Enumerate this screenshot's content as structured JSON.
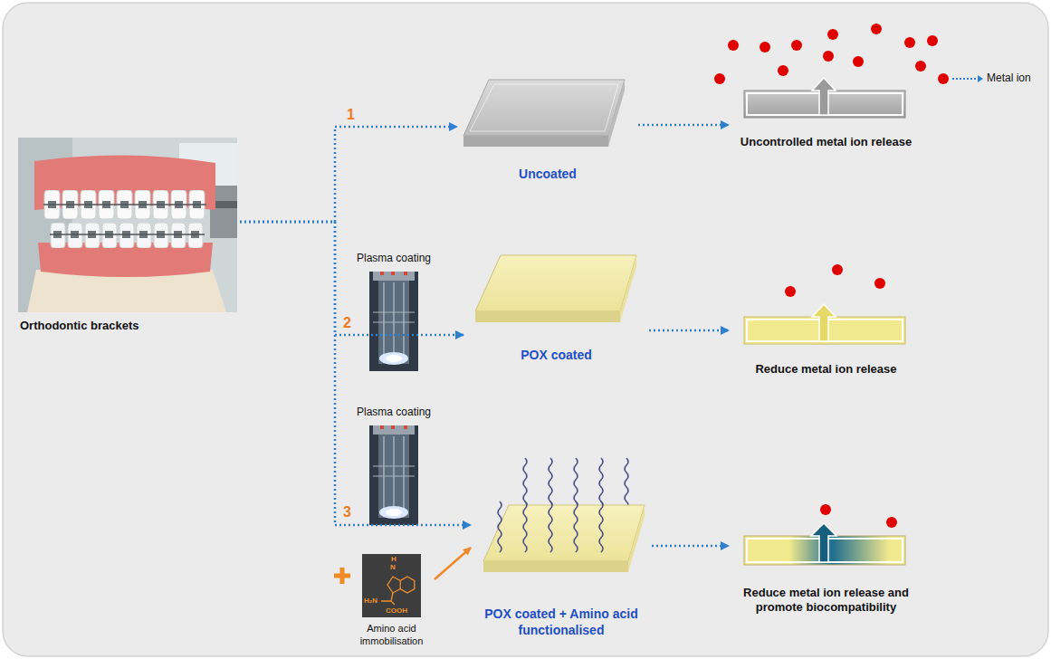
{
  "diagram": {
    "nodes": [
      {
        "text": [
          "Orthodontic brackets"
        ]
      },
      {
        "text": [
          "Plasma coating"
        ]
      },
      {
        "text": [
          "Plasma coating"
        ]
      },
      {
        "text": [
          "Amino acid immobilisation"
        ]
      },
      {
        "text": [
          "Uncoated"
        ]
      },
      {
        "text": [
          "POX coated"
        ]
      },
      {
        "text": [
          "POX coated + Amino acid functionalised"
        ]
      },
      {
        "text": [
          "Uncontrolled metal ion release"
        ]
      },
      {
        "text": [
          "Reduce metal ion release"
        ]
      },
      {
        "text": [
          "Reduce metal ion release and promote biocompatibility"
        ]
      }
    ],
    "edges": [
      {
        "from": 0,
        "to": 4,
        "arrow": "to"
      },
      {
        "from": 0,
        "to": 5,
        "arrow": "to"
      },
      {
        "from": 0,
        "to": 6,
        "arrow": "to"
      },
      {
        "from": 3,
        "to": 6,
        "arrow": "to"
      },
      {
        "from": 4,
        "to": 7,
        "arrow": "to"
      },
      {
        "from": 5,
        "to": 8,
        "arrow": "to"
      },
      {
        "from": 6,
        "to": 9,
        "arrow": "to"
      }
    ],
    "labels": [
      "1",
      "2",
      "3",
      "H",
      "N",
      "H₂N",
      "COOH"
    ],
    "legend": [
      {
        "text": "Metal ion",
        "color": "#e00000"
      }
    ]
  }
}
